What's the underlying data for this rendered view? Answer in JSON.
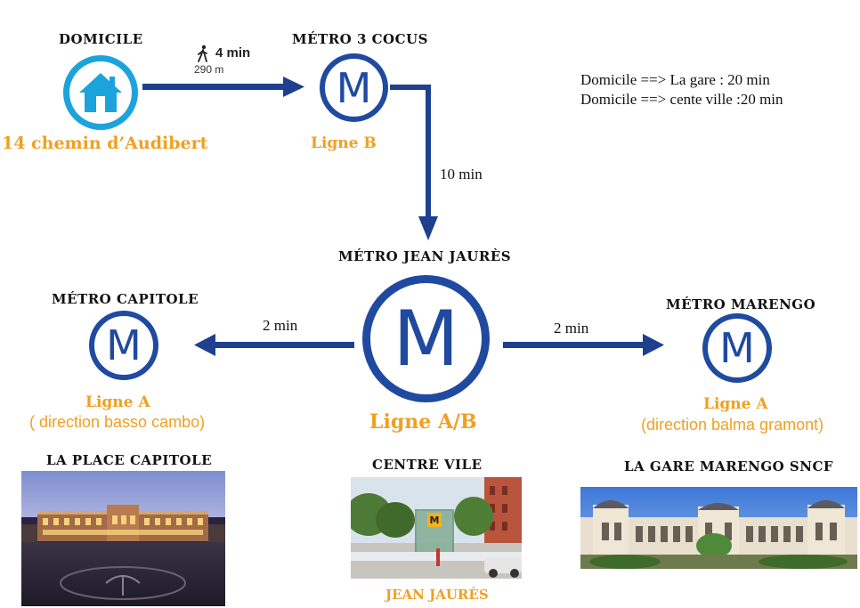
{
  "home": {
    "title": "DOMICILE",
    "address": "14 chemin d’Audibert",
    "icon": "home-icon"
  },
  "walk": {
    "time": "4 min",
    "distance": "290 m",
    "icon": "walking-person-icon"
  },
  "cocus": {
    "title": "MÉTRO 3 COCUS",
    "line": "Ligne B",
    "letter": "M"
  },
  "leg_cocus_jaures": "10 min",
  "jaures": {
    "title": "MÉTRO JEAN JAURÈS",
    "line": "Ligne A/B",
    "letter": "M"
  },
  "capitole": {
    "title": "MÉTRO CAPITOLE",
    "line": "Ligne A",
    "direction": "( direction basso cambo)",
    "letter": "M"
  },
  "marengo": {
    "title": "MÉTRO MARENGO",
    "line": "Ligne A",
    "direction": "(direction balma gramont)",
    "letter": "M"
  },
  "leg_jaures_capitole": "2 min",
  "leg_jaures_marengo": "2 min",
  "notes": [
    "Domicile ==> La gare : 20 min",
    "Domicile ==> cente ville :20 min"
  ],
  "photos": {
    "capitole": {
      "caption": "LA PLACE CAPITOLE"
    },
    "centre": {
      "caption": "CENTRE VILE",
      "footer": "JEAN JAURÈS",
      "sign_letter": "M"
    },
    "gare": {
      "caption": "LA GARE MARENGO  SNCF"
    }
  },
  "colors": {
    "metro_blue": "#1f4aa0",
    "home_blue": "#1da3dc",
    "orange": "#f0a020",
    "arrow": "#1f3f8f"
  }
}
